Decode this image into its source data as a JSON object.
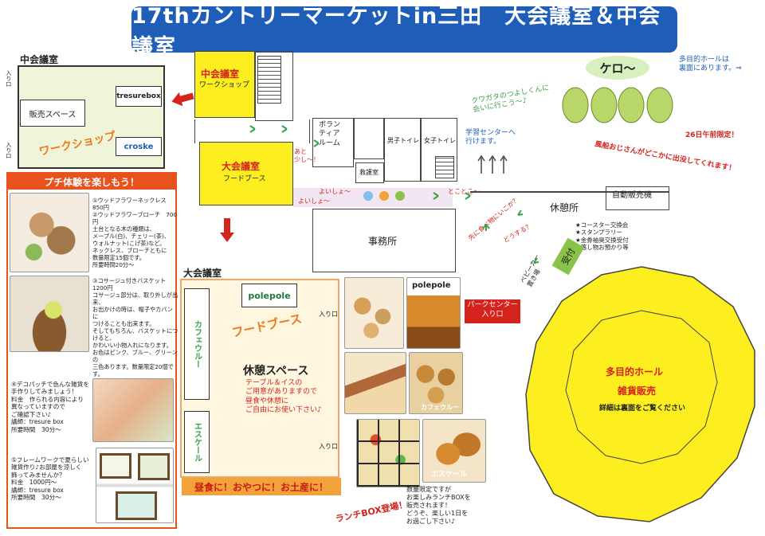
{
  "title": "17thカントリーマーケットin三田　大会議室＆中会議室",
  "mid_room": {
    "label": "中会議室",
    "entrance1": "入り口",
    "entrance2": "入り口",
    "sales_space": "販売スペース",
    "tresurebox": "tresurebox",
    "croske": "croske",
    "workshop": "ワークショップ"
  },
  "petit": {
    "header": "プチ体験を楽しもう！",
    "item1": "①ウッドフラワーネックレス　850円\n②ウッドフラワーブローチ　700円\n土台となる木の種類は、\nメープル(白)、チェリー(茶)、\nウォルナット(こげ茶)など。\nネックレス、ブローチともに\n数量限定15個です。\n所要時間20分～",
    "item3": "③コサージュ付きバスケット　1200円\nコサージュ部分は、取り外しが出来、\nお出かけの時は、帽子やカバンに\nつけることも出来ます。\nそしてもちろん、バスケットにつけると、\nかわいい小物入れになります。\nお色はピンク、ブルー、グリーンの\n三色あります。数量限定20個です。\n所要時間20分～",
    "item4": "④デコパッチで色んな雑貨を\n手作りしてみましょう！\n料金　作られる内容により\n異なっていますので\nご確認下さい♪\n講師：tresure box\n所要時間　30分～",
    "item5": "⑤フレームワークで夏らしい\n雑貨作り♪お部屋を涼しく\n飾ってみませんか？\n料金　1000円～\n講師：tresure box\n所要時間　30分～"
  },
  "floor": {
    "mid_room_label": "中会議室",
    "mid_room_sub": "ワークショップ",
    "big_room_label": "大会議室",
    "big_room_sub": "フードブース",
    "volunteer": "ボラン\nティア\nルーム",
    "mens_wc": "男子トイレ",
    "womens_wc": "女子トイレ",
    "nurse": "救護室",
    "office": "事務所",
    "rest": "休憩所",
    "vending": "自動販売機",
    "baby": "ベビーカー\n置き場",
    "reception": "受付",
    "park_center": "パークセンター\n入り口",
    "study_center": "学習センターへ\n行けます。",
    "next_note": "あと\n少し～！",
    "yoisho1": "よいしょ～",
    "yoisho2": "よいしょ～",
    "tokotoko": "とことこ～",
    "eat_first": "先に食べ物にいこか？",
    "which": "どうする？",
    "hall_title": "多目的ホール",
    "hall_sub": "雑貨販売",
    "hall_note": "詳細は裏面をご覧ください",
    "rest_list": "★コースター交換会\n★スタンプラリー\n★金券袖臭交換受付\n★落し物お預かり等"
  },
  "top_right": {
    "kero": "ケロ～",
    "hall_note": "多目的ホールは\n裏面にあります。⇒",
    "kuwagata": "クワガタのつよしくんに\n会いに行こう～♪",
    "date_note": "26日午前限定！",
    "balloon": "風船おじさんがどこかに出没してくれます！"
  },
  "big_room": {
    "label": "大会議室",
    "polepole": "polepole",
    "entrance1": "入り口",
    "entrance2": "入り口",
    "cafe": "カフェウルー",
    "escale": "エスケール",
    "food_booth": "フードブース",
    "rest_space": "休憩スペース",
    "rest_desc": "テーブル＆イスの\nご用意がありますので\n昼食や休憩に\nご自由にお使い下さい♪",
    "banner": "昼食に！おやつに！お土産に！"
  },
  "photos": {
    "polepole": "polepole",
    "cafe": "カフェウルー",
    "escale": "エスケール"
  },
  "lunch": {
    "title": "ランチBOX登場！",
    "desc": "数量限定ですが\nお楽しみランチBOXを\n販売されます！\nどうぞ、楽しい1日を\nお過ごし下さい♪"
  },
  "colors": {
    "title_bg": "#1e5eb8",
    "yellow": "#fcee1f",
    "red": "#d3231c",
    "orange": "#ee7a1a",
    "green": "#3aa14a",
    "mid_room_bg": "#f0f4d8"
  }
}
